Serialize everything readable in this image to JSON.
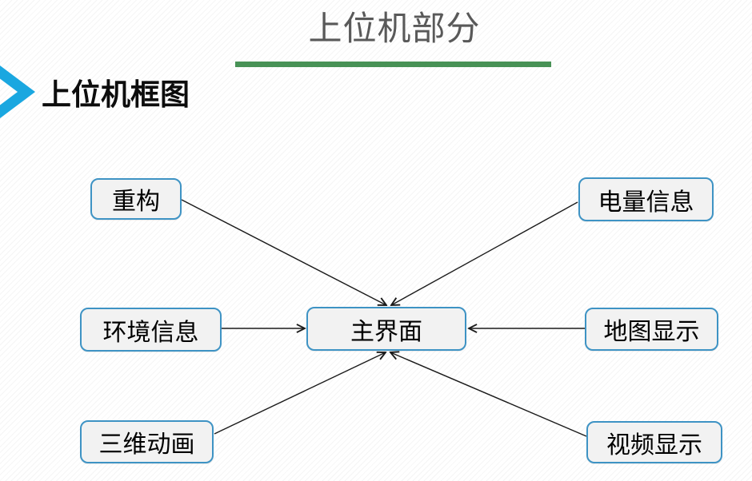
{
  "slide": {
    "title": "上位机部分",
    "section_heading": "上位机框图"
  },
  "diagram": {
    "center": {
      "id": "main",
      "label": "主界面"
    },
    "nodes": [
      {
        "id": "reconstruction",
        "label": "重构"
      },
      {
        "id": "power-info",
        "label": "电量信息"
      },
      {
        "id": "env-info",
        "label": "环境信息"
      },
      {
        "id": "map-display",
        "label": "地图显示"
      },
      {
        "id": "anim-3d",
        "label": "三维动画"
      },
      {
        "id": "video-display",
        "label": "视频显示"
      }
    ],
    "edges": [
      {
        "from": "reconstruction",
        "to": "main"
      },
      {
        "from": "power-info",
        "to": "main"
      },
      {
        "from": "env-info",
        "to": "main"
      },
      {
        "from": "map-display",
        "to": "main"
      },
      {
        "from": "anim-3d",
        "to": "main"
      },
      {
        "from": "video-display",
        "to": "main"
      }
    ]
  },
  "icons": {
    "bullet": "chevron-right-icon"
  },
  "colors": {
    "title_text": "#595959",
    "title_rule_green": "#489256",
    "chevron_blue": "#1aa7e0",
    "box_border_blue": "#3e93c4",
    "box_fill": "#f2f2f2",
    "arrow": "#1a1a1a"
  }
}
